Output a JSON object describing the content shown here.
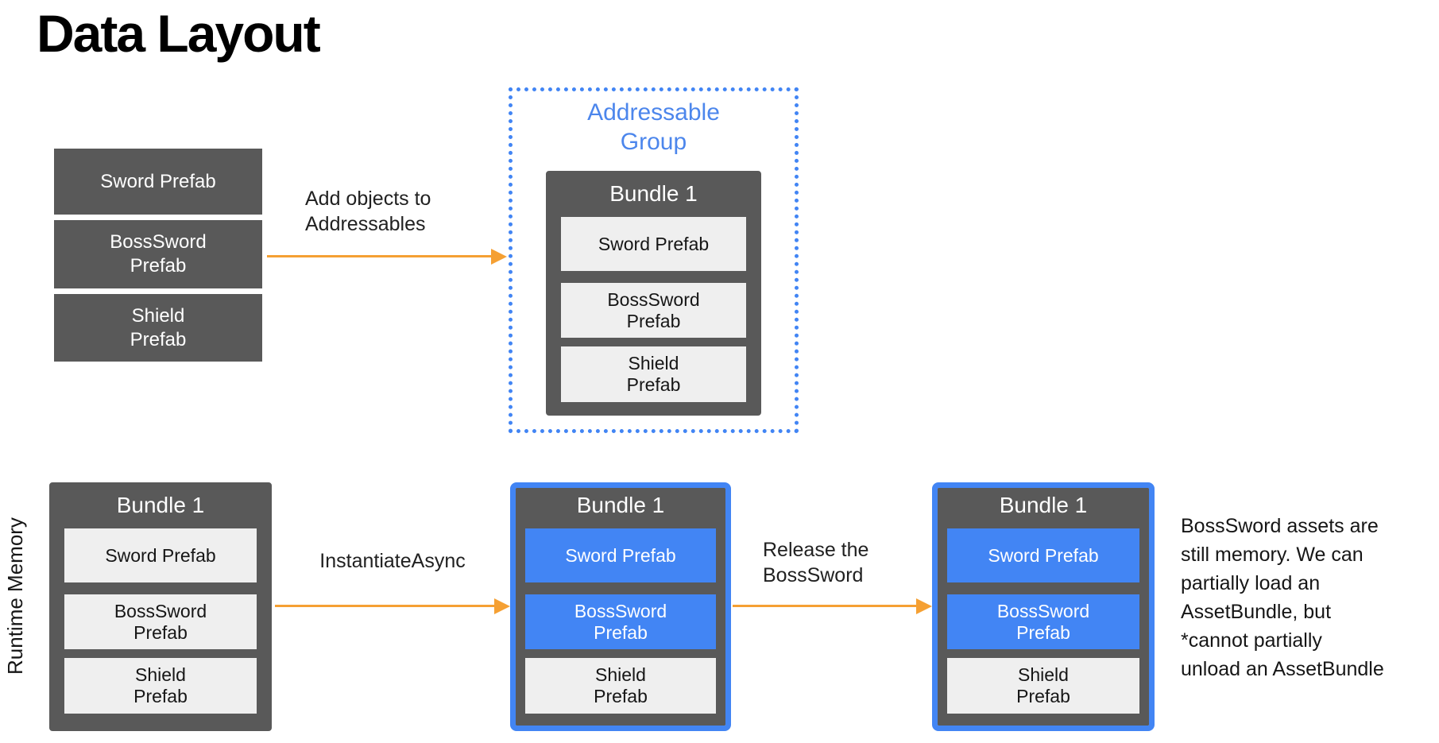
{
  "title": "Data Layout",
  "colors": {
    "box_dark_gray": "#595959",
    "item_light_gray": "#EFEFEF",
    "highlight_blue": "#4285F4",
    "group_title_blue": "#4C86EC",
    "arrow_orange": "#F5A033",
    "text_dark": "#1f1f1f",
    "background": "#ffffff"
  },
  "top": {
    "source_items": [
      "Sword Prefab",
      "BossSword\nPrefab",
      "Shield\nPrefab"
    ],
    "arrow_label": "Add objects to\nAddressables",
    "group_title": "Addressable\nGroup",
    "bundle": {
      "title": "Bundle 1",
      "items": [
        "Sword Prefab",
        "BossSword\nPrefab",
        "Shield\nPrefab"
      ]
    }
  },
  "bottom": {
    "axis_label": "Runtime Memory",
    "bundle_loaded": {
      "title": "Bundle 1",
      "items": [
        "Sword Prefab",
        "BossSword\nPrefab",
        "Shield\nPrefab"
      ]
    },
    "arrow1_label": "InstantiateAsync",
    "bundle_instantiated": {
      "title": "Bundle 1",
      "items": [
        "Sword Prefab",
        "BossSword\nPrefab",
        "Shield\nPrefab"
      ]
    },
    "arrow2_label": "Release the\nBossSword",
    "bundle_released": {
      "title": "Bundle 1",
      "items": [
        "Sword Prefab",
        "BossSword\nPrefab",
        "Shield\nPrefab"
      ]
    },
    "note": "BossSword assets are\nstill memory. We can\npartially load an\nAssetBundle, but\n*cannot partially\nunload an AssetBundle"
  }
}
